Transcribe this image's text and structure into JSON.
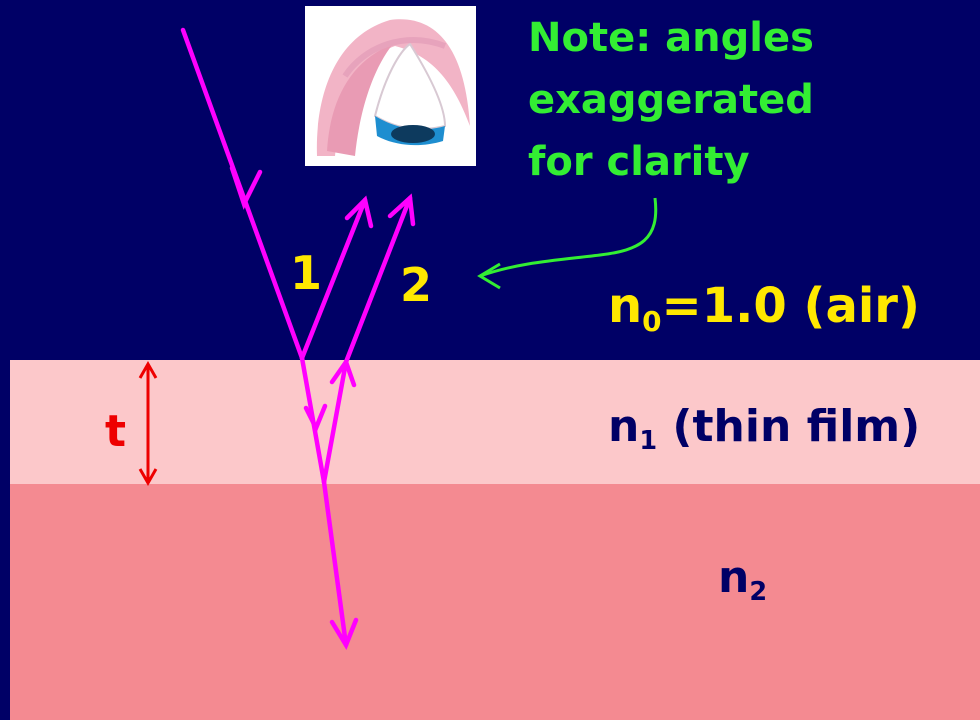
{
  "note": {
    "line1": "Note: angles",
    "line2": "exaggerated",
    "line3": "for clarity"
  },
  "rays": {
    "ray1_label": "1",
    "ray2_label": "2"
  },
  "media": {
    "air": {
      "symbol": "n",
      "subscript": "0",
      "rest": "=1.0 (air)"
    },
    "film": {
      "symbol": "n",
      "subscript": "1",
      "rest": " (thin film)"
    },
    "substrate": {
      "symbol": "n",
      "subscript": "2"
    }
  },
  "thickness_label": "t",
  "colors": {
    "background": "#000066",
    "film": "#FCC8CA",
    "substrate": "#F48A91",
    "ray": "#FF00FF",
    "note_text": "#33EE33",
    "label_yellow": "#FFE800",
    "thickness_marker": "#EE0000"
  },
  "icons": [
    "eye-icon"
  ]
}
